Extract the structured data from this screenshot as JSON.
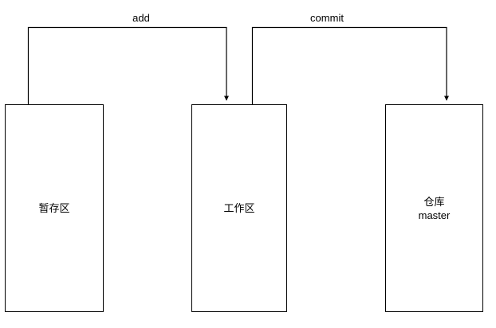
{
  "diagram": {
    "title": "git-workflow-diagram",
    "background_color": "#ffffff",
    "stroke_color": "#000000",
    "text_color": "#000000",
    "boxes": [
      {
        "name": "staging-area",
        "label": "暂存区",
        "sublabel": ""
      },
      {
        "name": "working-directory",
        "label": "工作区",
        "sublabel": ""
      },
      {
        "name": "repository",
        "label": "仓库",
        "sublabel": "master"
      }
    ],
    "edges": [
      {
        "name": "add-edge",
        "label": "add",
        "from": "staging-area",
        "to": "working-directory",
        "arrowhead": "filled-triangle"
      },
      {
        "name": "commit-edge",
        "label": "commit",
        "from": "working-directory",
        "to": "repository",
        "arrowhead": "filled-triangle"
      }
    ]
  }
}
